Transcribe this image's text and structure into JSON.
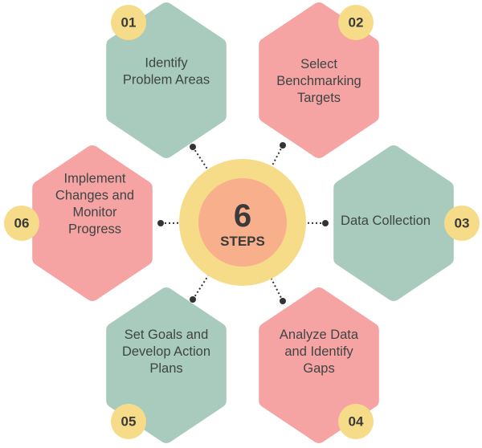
{
  "center": {
    "number": "6",
    "label": "STEPS"
  },
  "colors": {
    "green": "#a8cbbd",
    "pink": "#f5a3a3",
    "yellow": "#f6dc88",
    "orange": "#f8b08c",
    "text": "#3f4544",
    "dot": "#333333"
  },
  "steps": [
    {
      "badge": "01",
      "lines": [
        "Identify",
        "Problem Areas"
      ],
      "color": "green"
    },
    {
      "badge": "02",
      "lines": [
        "Select",
        "Benchmarking",
        "Targets"
      ],
      "color": "pink"
    },
    {
      "badge": "03",
      "lines": [
        "Data Collection"
      ],
      "color": "green"
    },
    {
      "badge": "04",
      "lines": [
        "Analyze Data",
        "and Identify",
        "Gaps"
      ],
      "color": "pink"
    },
    {
      "badge": "05",
      "lines": [
        "Set Goals and",
        "Develop Action",
        "Plans"
      ],
      "color": "green"
    },
    {
      "badge": "06",
      "lines": [
        "Implement",
        "Changes and",
        "Monitor",
        "Progress"
      ],
      "color": "pink"
    }
  ]
}
